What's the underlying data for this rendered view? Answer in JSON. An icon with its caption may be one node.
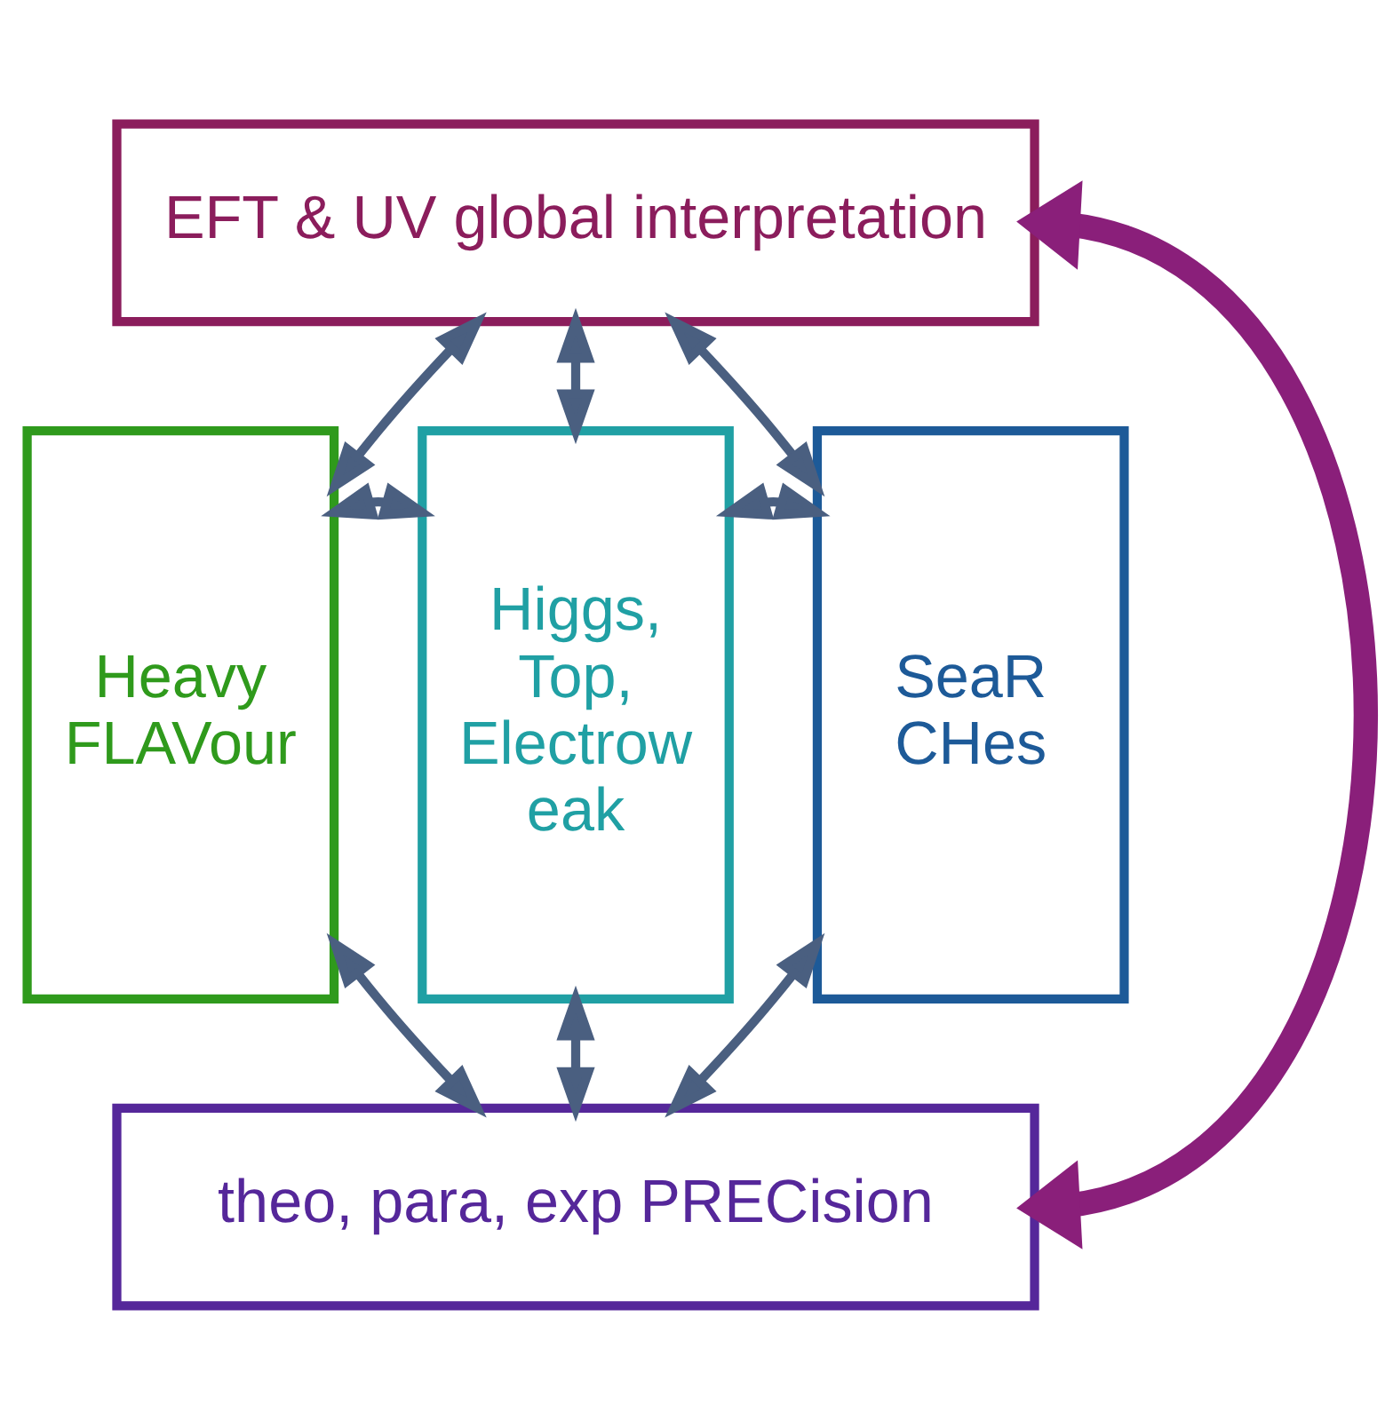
{
  "diagram": {
    "nodes": [
      {
        "text": [
          "EFT & UV global interpretation"
        ]
      },
      {
        "text": [
          "Heavy FLAVour"
        ]
      },
      {
        "text": [
          "Higgs, Top, Electrow eak"
        ]
      },
      {
        "text": [
          "SeaR CHes"
        ]
      },
      {
        "text": [
          "theo, para, exp PRECision"
        ]
      }
    ],
    "edges": [
      {
        "from": 0,
        "to": 1,
        "arrow": "both"
      },
      {
        "from": 0,
        "to": 2,
        "arrow": "both"
      },
      {
        "from": 0,
        "to": 3,
        "arrow": "both"
      },
      {
        "from": 1,
        "to": 2,
        "arrow": "both"
      },
      {
        "from": 2,
        "to": 3,
        "arrow": "both"
      },
      {
        "from": 1,
        "to": 4,
        "arrow": "both"
      },
      {
        "from": 2,
        "to": 4,
        "arrow": "both"
      },
      {
        "from": 3,
        "to": 4,
        "arrow": "both"
      },
      {
        "from": 0,
        "to": 4,
        "arrow": "both",
        "style": "thick",
        "color": "#8a1f7a"
      }
    ]
  }
}
